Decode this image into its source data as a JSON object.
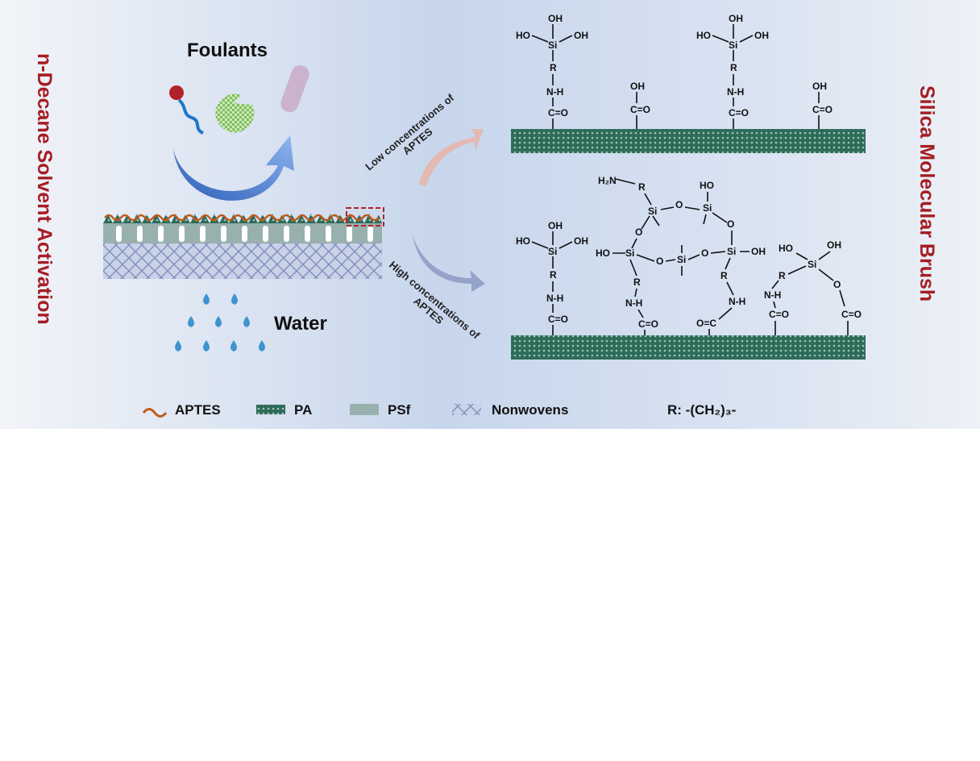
{
  "left_title": "n-Decane Solvent Activation",
  "right_title": "Silica Molecular Brush",
  "foulants_label": "Foulants",
  "water_label": "Water",
  "low_conc": {
    "line1": "Low concentrations of",
    "line2": "APTES"
  },
  "high_conc": {
    "line1": "High concentrations of",
    "line2": "APTES"
  },
  "chem": {
    "oh": "OH",
    "ho": "HO",
    "si": "Si",
    "r": "R",
    "nh": "N-H",
    "hn": "NH",
    "co": "C=O",
    "oc": "O=C",
    "o": "O",
    "h2n": "H₂N"
  },
  "legend": {
    "aptes": "APTES",
    "pa": "PA",
    "psf": "PSf",
    "nonwovens": "Nonwovens",
    "r_def_label": "R",
    "r_def_value": ": -(CH₂)₃-"
  },
  "colors": {
    "title_red": "#a51d24",
    "pa_green": "#2e6b59",
    "psf_gray": "#98b0ae",
    "nonwoven_blue": "#8d9dc9",
    "aptes_orange": "#c05a1c"
  }
}
